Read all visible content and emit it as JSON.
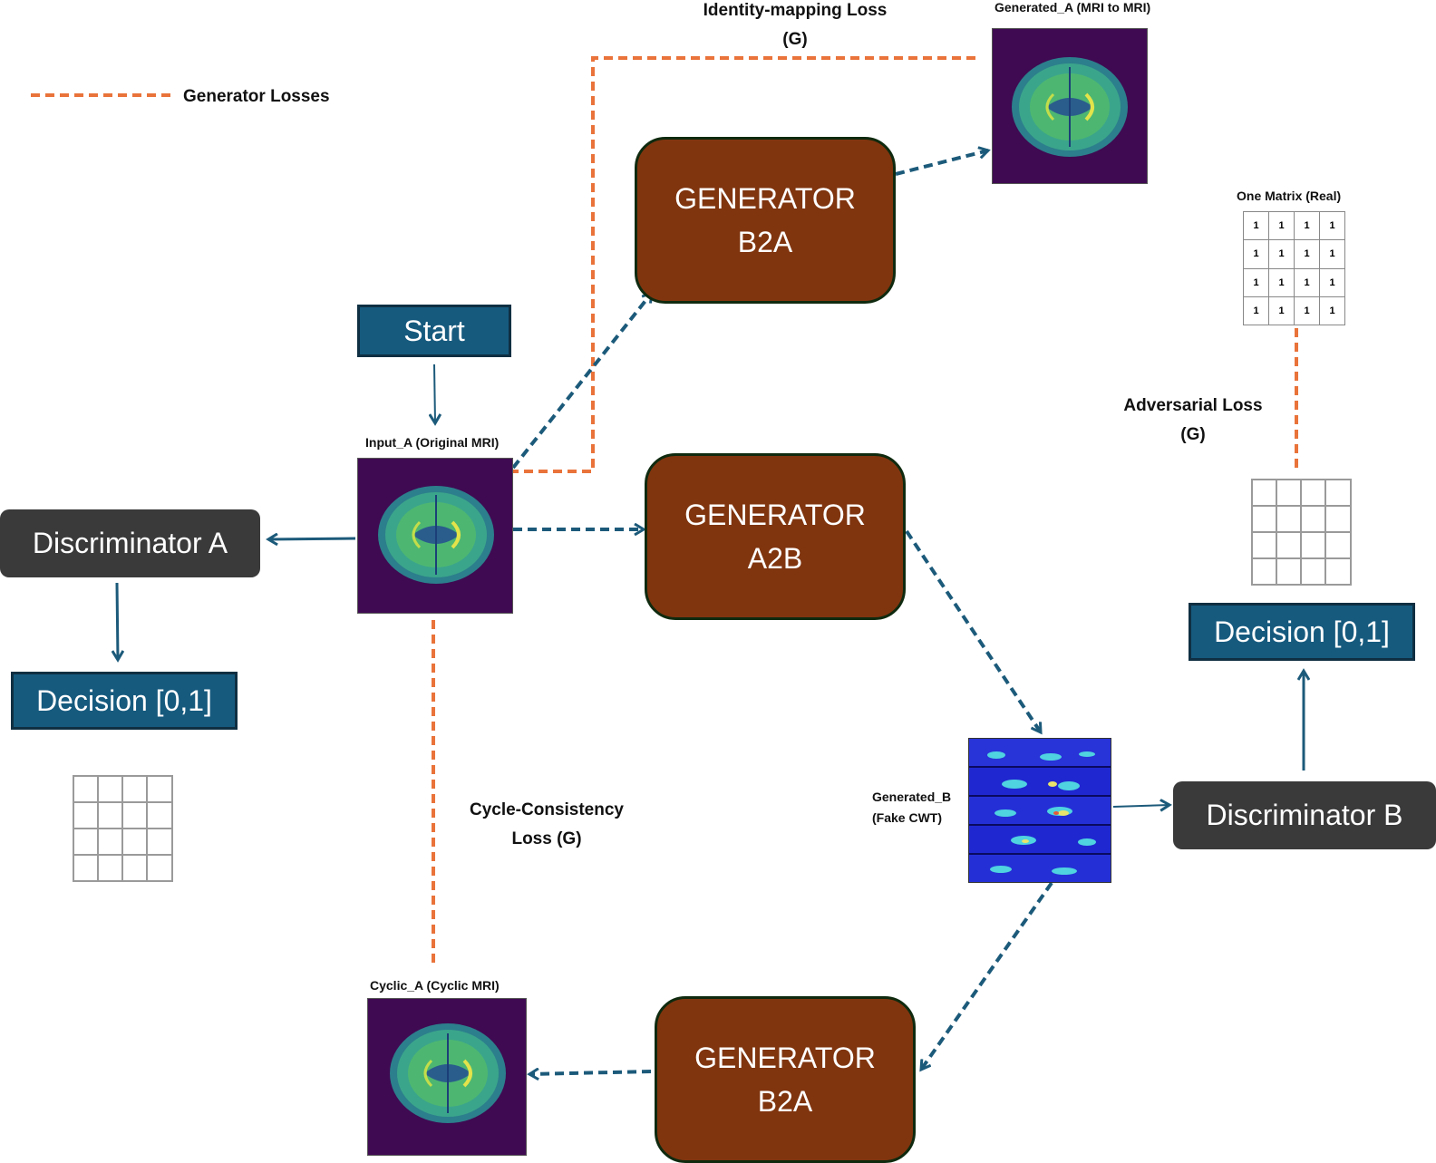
{
  "legend": {
    "label": "Generator Losses",
    "line_color": "#e9733a"
  },
  "start": {
    "label": "Start"
  },
  "images": {
    "input_a": "Input_A (Original MRI)",
    "generated_a": "Generated_A (MRI to MRI)",
    "generated_b_line1": "Generated_B",
    "generated_b_line2": "(Fake CWT)",
    "cyclic_a": "Cyclic_A (Cyclic MRI)"
  },
  "generators": {
    "top": {
      "line1": "GENERATOR",
      "line2": "B2A"
    },
    "middle": {
      "line1": "GENERATOR",
      "line2": "A2B"
    },
    "bottom": {
      "line1": "GENERATOR",
      "line2": "B2A"
    }
  },
  "discriminators": {
    "a": {
      "label": "Discriminator A"
    },
    "b": {
      "label": "Discriminator B"
    }
  },
  "decisions": {
    "left": {
      "label": "Decision [0,1]"
    },
    "right": {
      "label": "Decision [0,1]"
    }
  },
  "losses": {
    "identity": {
      "line1": "Identity-mapping Loss",
      "line2": "(G)"
    },
    "adversarial": {
      "line1": "Adversarial Loss",
      "line2": "(G)"
    },
    "cycle": {
      "line1": "Cycle-Consistency",
      "line2": "Loss (G)"
    }
  },
  "one_matrix": {
    "title": "One Matrix (Real)",
    "rows": [
      [
        "1",
        "1",
        "1",
        "1"
      ],
      [
        "1",
        "1",
        "1",
        "1"
      ],
      [
        "1",
        "1",
        "1",
        "1"
      ],
      [
        "1",
        "1",
        "1",
        "1"
      ]
    ]
  },
  "colors": {
    "flow_arrow": "#1c5a7a",
    "loss_line": "#e9733a",
    "generator_fill": "#80350f",
    "decision_fill": "#165a7e",
    "discriminator_fill": "#3a3a3a"
  }
}
